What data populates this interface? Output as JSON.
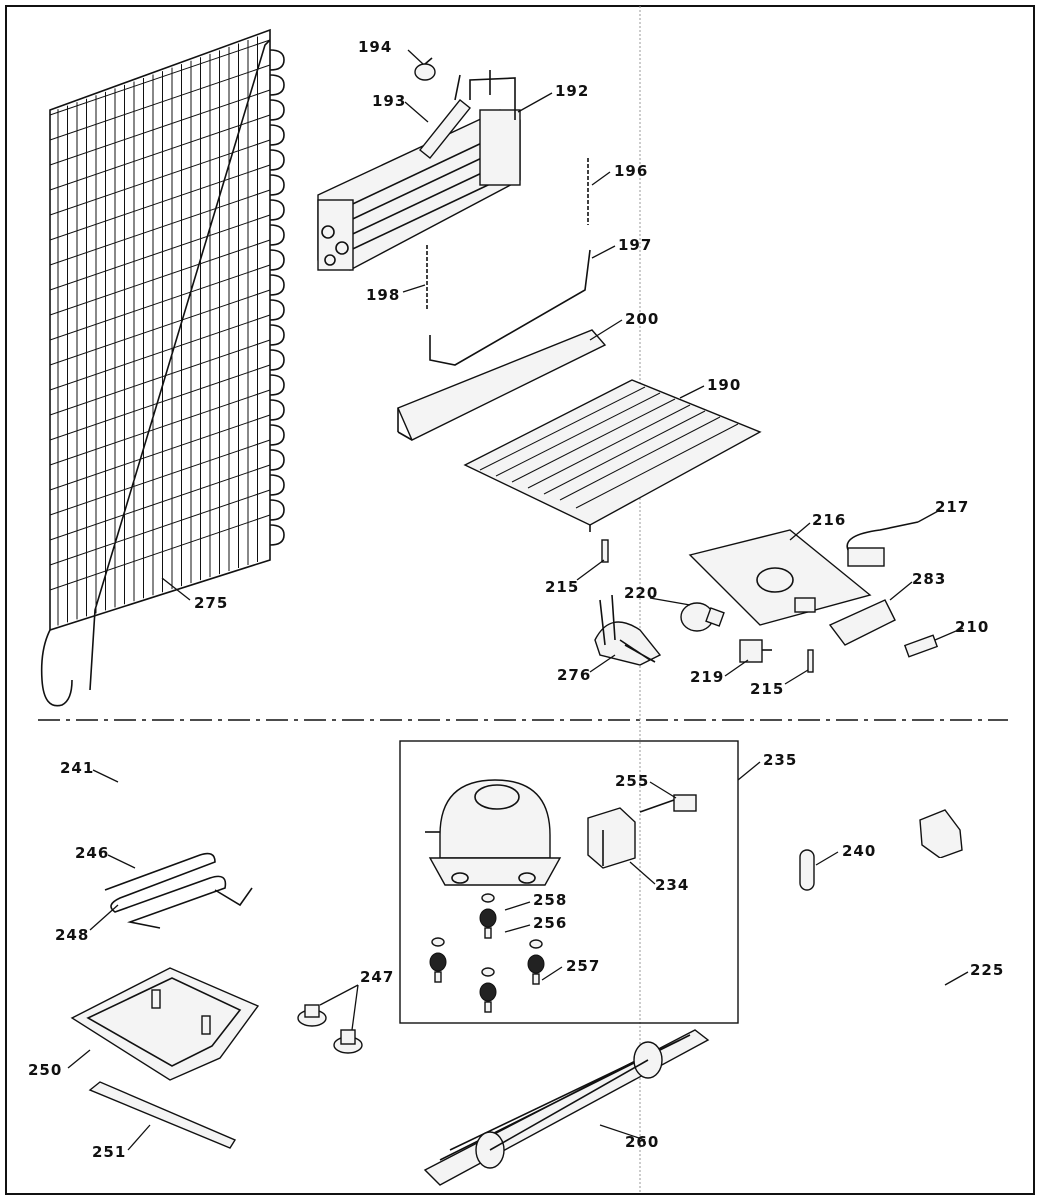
{
  "colors": {
    "ink": "#111111",
    "paper": "#ffffff"
  },
  "labels": {
    "p194": "194",
    "p193": "193",
    "p192": "192",
    "p196": "196",
    "p197": "197",
    "p198": "198",
    "p200": "200",
    "p190": "190",
    "p216": "216",
    "p217": "217",
    "p215a": "215",
    "p220": "220",
    "p283": "283",
    "p210": "210",
    "p276": "276",
    "p219": "219",
    "p215b": "215",
    "p275": "275",
    "p241": "241",
    "p246": "246",
    "p248": "248",
    "p235": "235",
    "p255": "255",
    "p234": "234",
    "p258": "258",
    "p256": "256",
    "p257": "257",
    "p247": "247",
    "p240": "240",
    "p225": "225",
    "p250": "250",
    "p251": "251",
    "p260": "260"
  }
}
